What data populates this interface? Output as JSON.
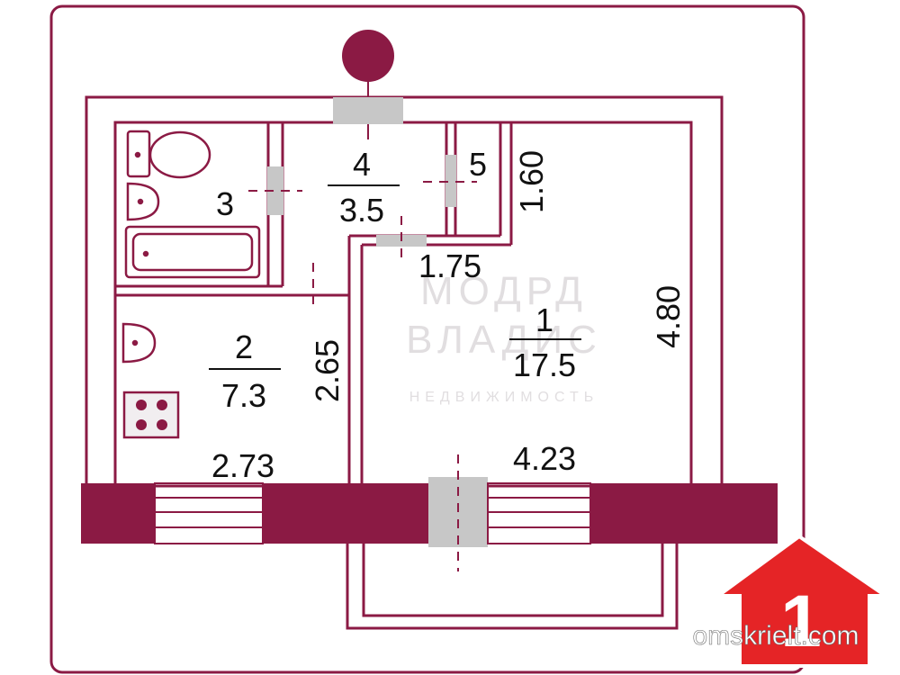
{
  "rooms": [
    {
      "number": "1",
      "area": "17.5"
    },
    {
      "number": "2",
      "area": "7.3"
    },
    {
      "number": "3"
    },
    {
      "number": "4",
      "area": "3.5"
    },
    {
      "number": "5"
    }
  ],
  "dimensions": {
    "room1_height": "4.80",
    "room1_width": "4.23",
    "room2_width": "2.73",
    "room2_height": "2.65",
    "corridor_width": "1.75",
    "closet_depth": "1.60"
  },
  "watermark": {
    "line1": "МОДРД",
    "line2": "ВЛАДИС",
    "line3": "НЕДВИЖИМОСТЬ"
  },
  "branding": {
    "logo_digit": "1",
    "site": "omskrielt.com"
  },
  "colors": {
    "wall": "#8b1a44",
    "window": "#8b1a44",
    "door": "#c7c7c7",
    "outline": "#2a1f26",
    "logo": "#e52426"
  }
}
